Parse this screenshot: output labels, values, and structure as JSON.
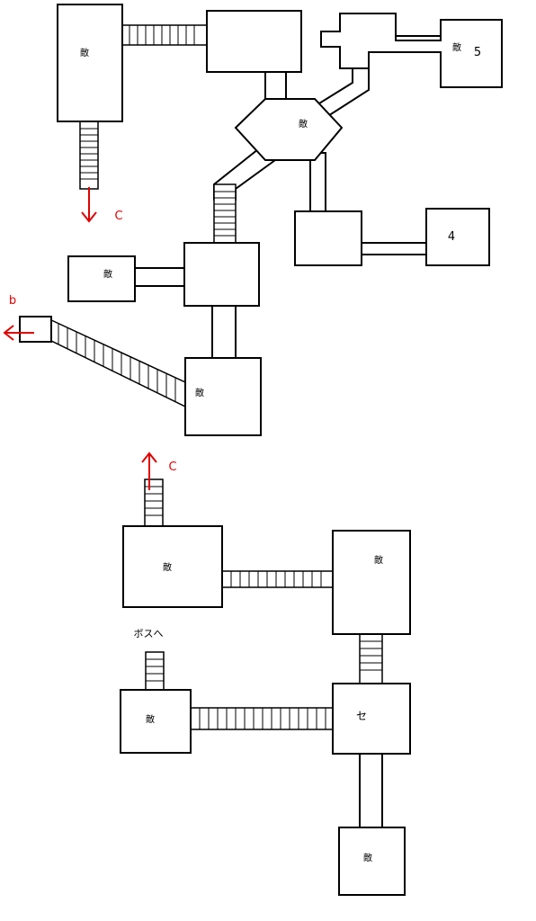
{
  "colors": {
    "wall": "#000000",
    "floor": "#ffffff",
    "arrow": "#e00000"
  },
  "labels": {
    "enemy": "敵",
    "room5": "5",
    "room4": "4",
    "save": "セ",
    "to_boss": "ボスへ",
    "exit_c_top": "C",
    "exit_b": "b",
    "exit_c_bottom": "C"
  },
  "icons": {
    "exit_arrow": "red-arrow-icon"
  }
}
